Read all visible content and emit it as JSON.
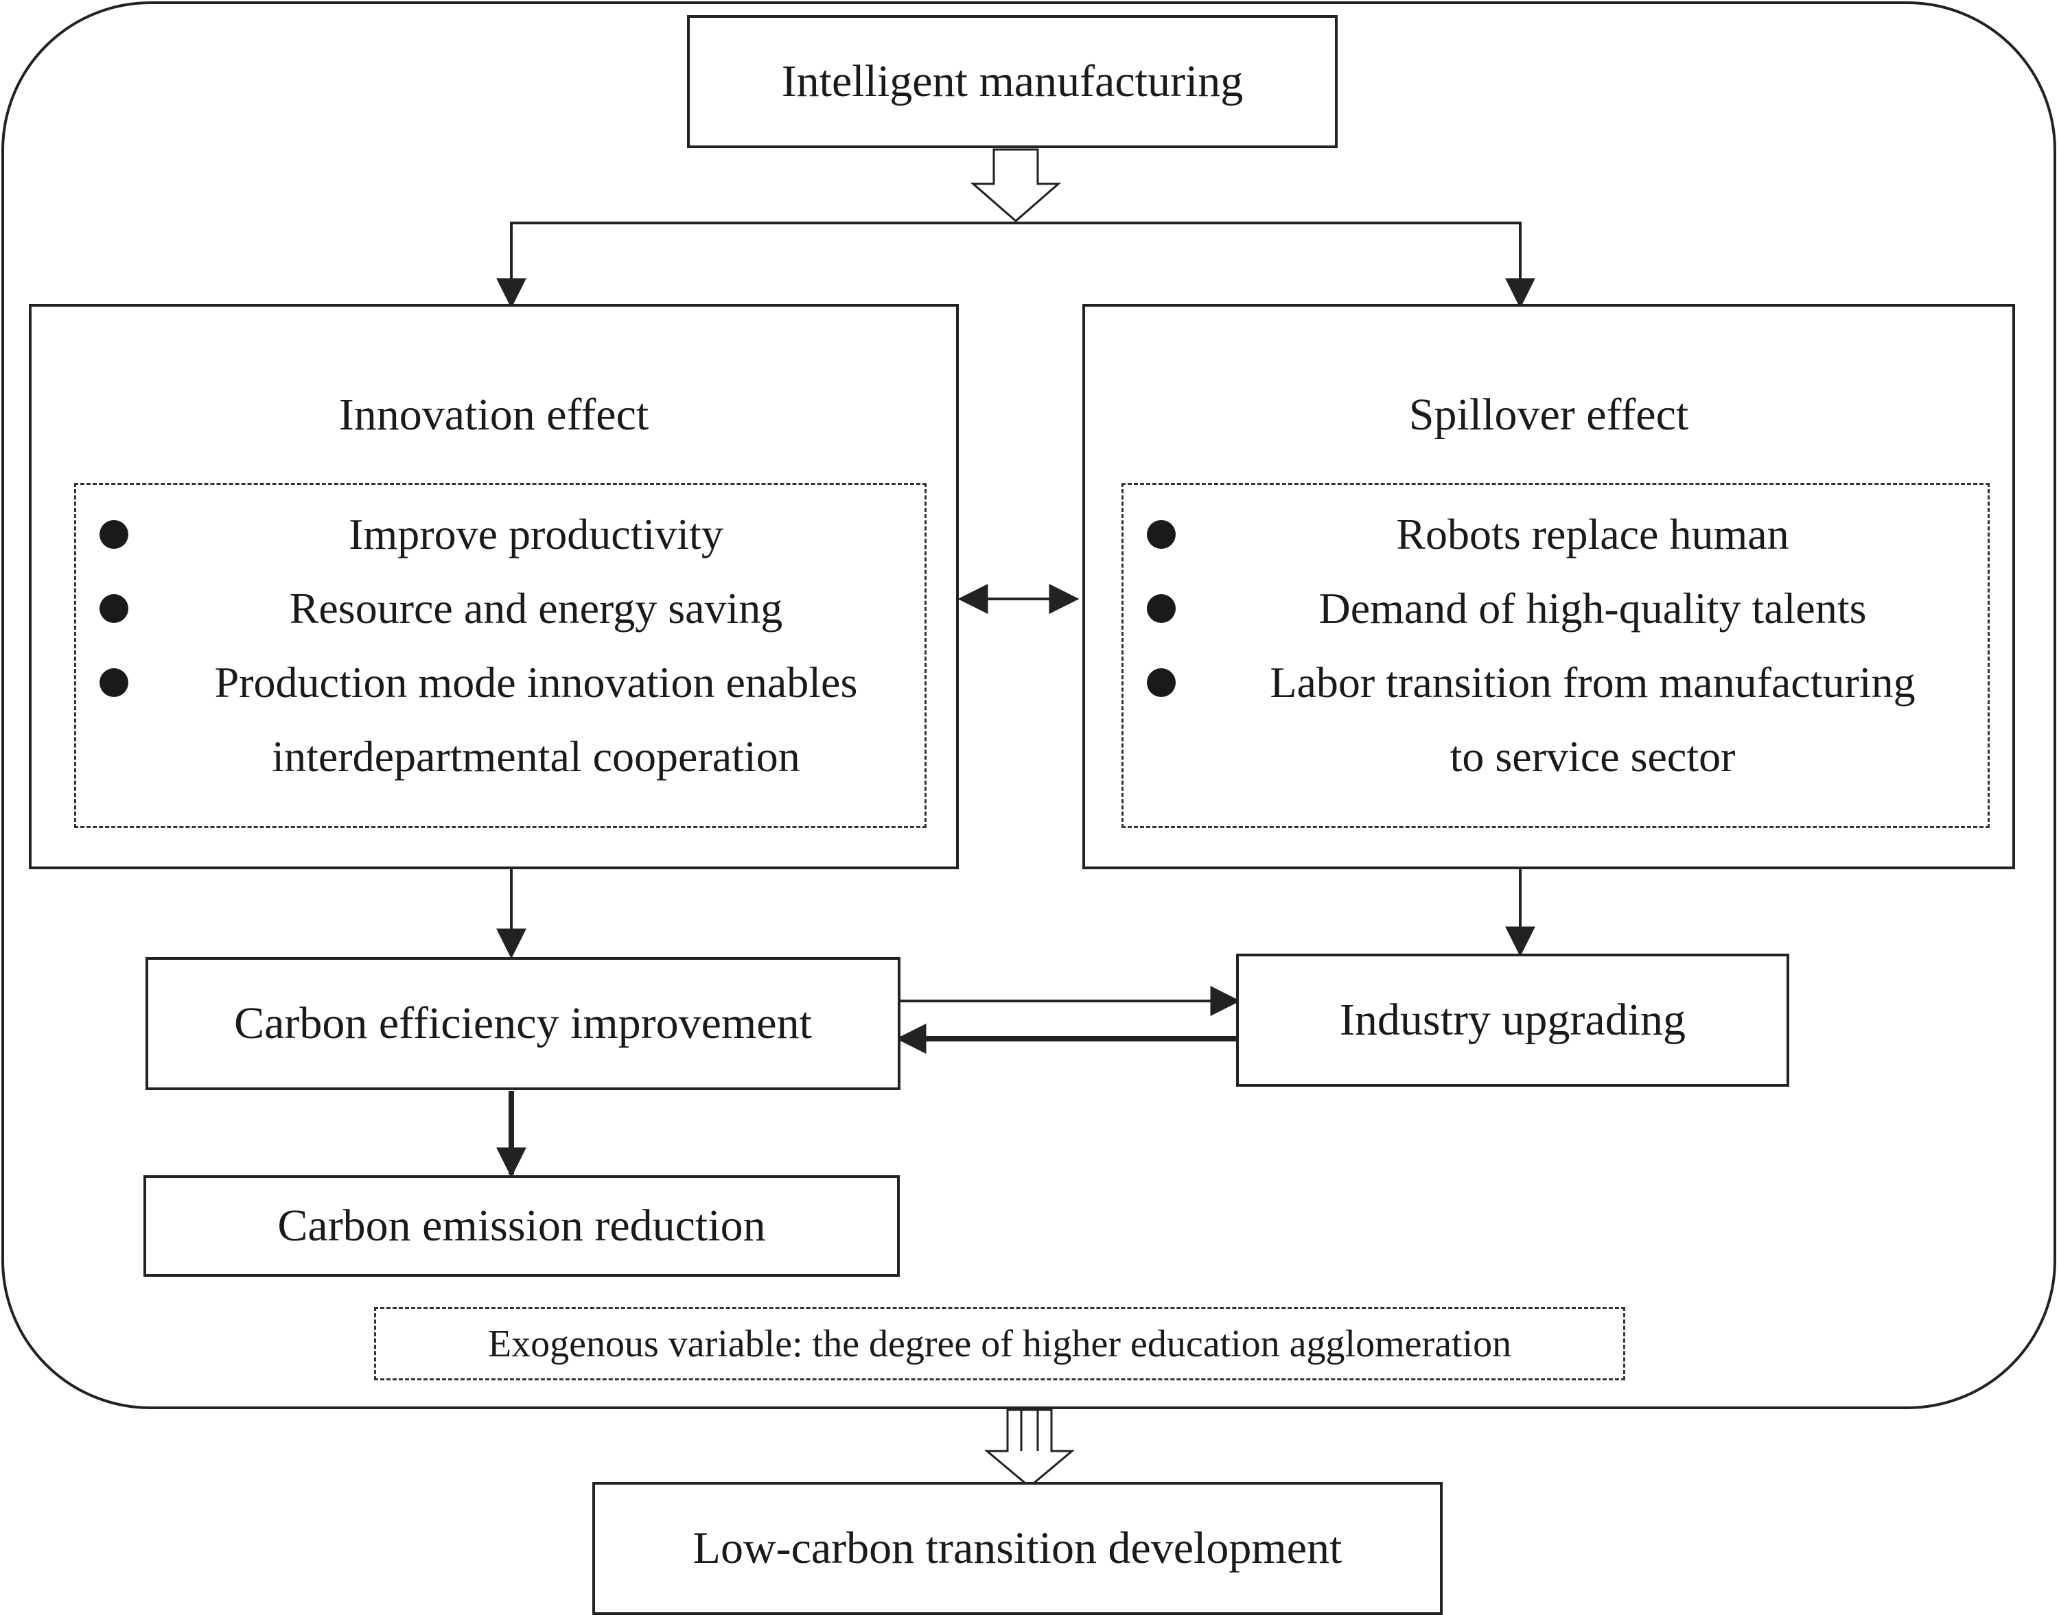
{
  "diagram": {
    "top_box": "Intelligent manufacturing",
    "innovation": {
      "title": "Innovation effect",
      "items": [
        "Improve productivity",
        "Resource and energy saving",
        "Production mode innovation enables",
        "interdepartmental cooperation"
      ]
    },
    "spillover": {
      "title": "Spillover effect",
      "items": [
        "Robots replace human",
        "Demand of high-quality talents",
        "Labor transition from manufacturing",
        "to service sector"
      ]
    },
    "carbon_efficiency": "Carbon efficiency improvement",
    "industry_upgrading": "Industry upgrading",
    "carbon_emission": "Carbon emission reduction",
    "exogenous": "Exogenous variable: the degree of higher education agglomeration",
    "bottom_box": "Low-carbon transition development"
  }
}
